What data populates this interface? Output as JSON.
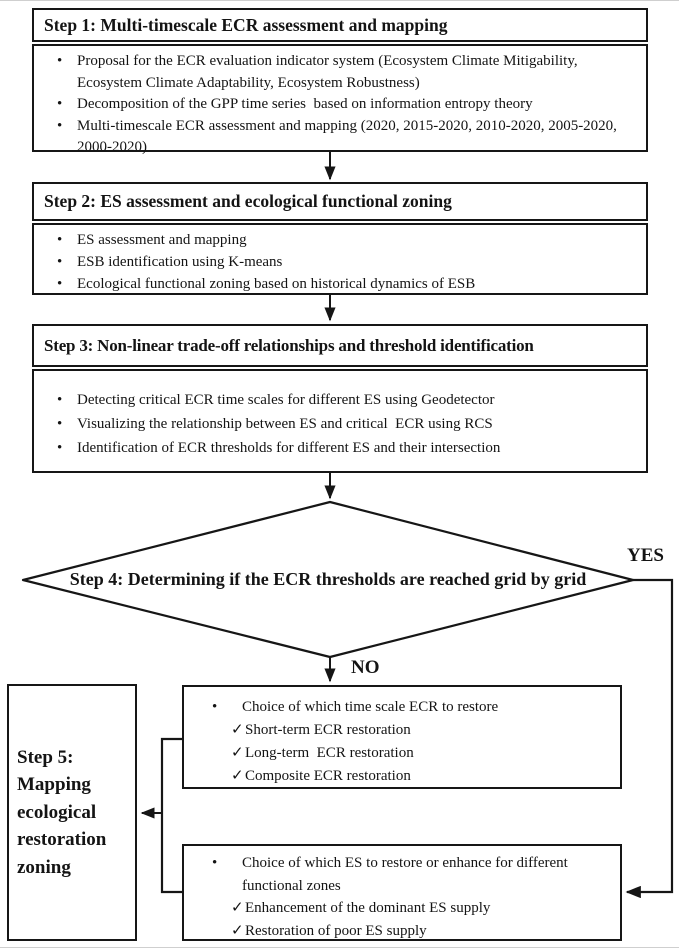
{
  "flowchart": {
    "step1": {
      "title": "Step 1: Multi-timescale ECR assessment and mapping",
      "bullets": [
        "Proposal for the ECR evaluation indicator system (Ecosystem Climate Mitigability, Ecosystem Climate Adaptability, Ecosystem Robustness)",
        "Decomposition of the GPP time series  based on information entropy theory",
        "Multi-timescale ECR assessment and mapping (2020, 2015-2020, 2010-2020, 2005-2020, 2000-2020)"
      ]
    },
    "step2": {
      "title": "Step 2: ES assessment and ecological functional zoning",
      "bullets": [
        "ES assessment and mapping",
        "ESB identification using K-means",
        "Ecological functional zoning based on historical dynamics of ESB"
      ]
    },
    "step3": {
      "title": "Step 3: Non-linear trade-off relationships and threshold identification",
      "bullets": [
        "Detecting critical ECR time scales for different ES using Geodetector",
        "Visualizing the relationship between ES and critical  ECR using RCS",
        "Identification of ECR thresholds for different ES and their intersection"
      ]
    },
    "step4": {
      "title": "Step 4: Determining if the ECR thresholds are reached grid by grid",
      "yes_label": "YES",
      "no_label": "NO"
    },
    "ecr_restore_box": {
      "bullet": "Choice of which time scale ECR to restore",
      "checks": [
        "Short-term ECR restoration",
        "Long-term  ECR restoration",
        "Composite ECR restoration"
      ]
    },
    "es_restore_box": {
      "bullet": "Choice of which ES to restore or enhance for different functional zones",
      "checks": [
        "Enhancement of the dominant ES supply",
        "Restoration of poor ES supply"
      ]
    },
    "step5": {
      "title": "Step 5: Mapping ecological restoration zoning"
    }
  },
  "icons": {
    "bullet": "•",
    "check": "✓"
  },
  "colors": {
    "ink": "#161616",
    "background": "#ffffff"
  }
}
